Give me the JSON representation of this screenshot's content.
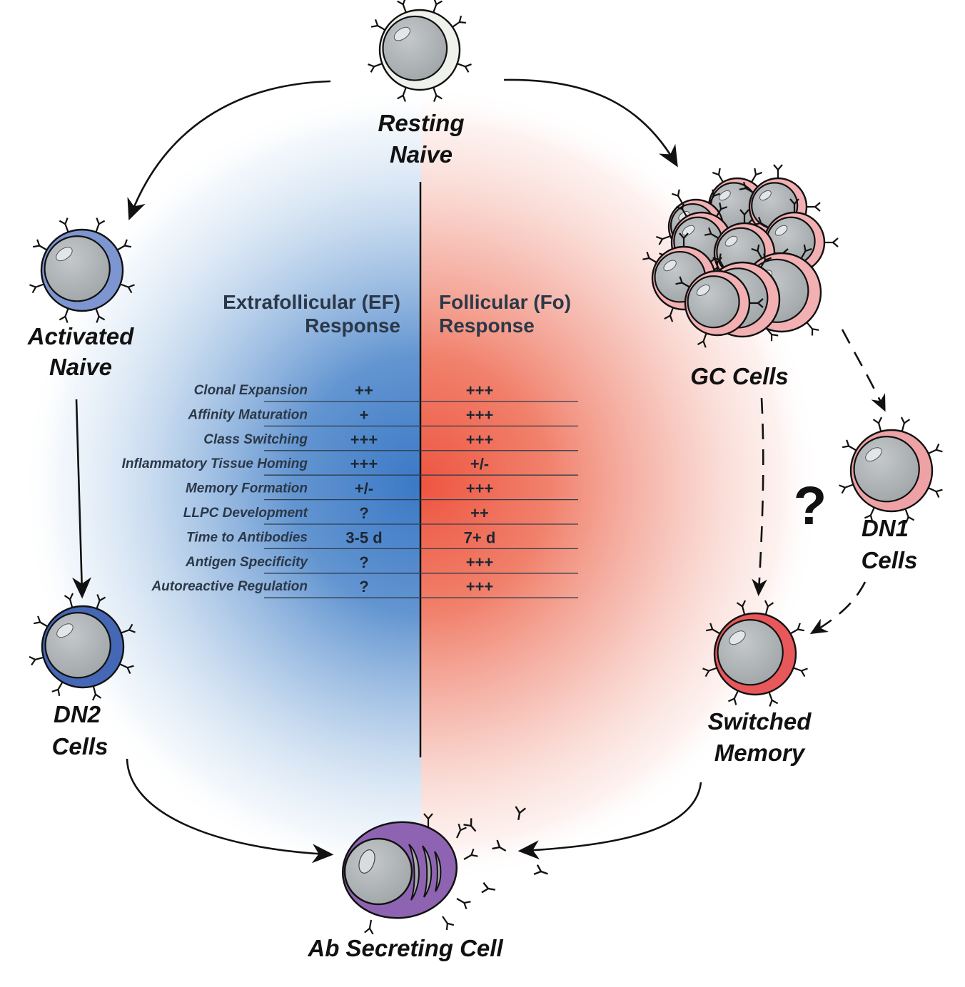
{
  "cells": {
    "resting_naive": [
      "Resting",
      "Naive"
    ],
    "activated_naive": [
      "Activated",
      "Naive"
    ],
    "dn2": [
      "DN2",
      "Cells"
    ],
    "gc": "GC Cells",
    "dn1": [
      "DN1",
      "Cells"
    ],
    "switched_memory": [
      "Switched",
      "Memory"
    ],
    "ab_secreting": "Ab Secreting Cell"
  },
  "ef_title": [
    "Extrafollicular (EF)",
    "Response"
  ],
  "fo_title": [
    "Follicular (Fo)",
    "Response"
  ],
  "uncertain_mark": "?",
  "comparison": [
    {
      "feature": "Clonal Expansion",
      "ef": "++",
      "fo": "+++"
    },
    {
      "feature": "Affinity Maturation",
      "ef": "+",
      "fo": "+++"
    },
    {
      "feature": "Class Switching",
      "ef": "+++",
      "fo": "+++"
    },
    {
      "feature": "Inflammatory Tissue Homing",
      "ef": "+++",
      "fo": "+/-"
    },
    {
      "feature": "Memory Formation",
      "ef": "+/-",
      "fo": "+++"
    },
    {
      "feature": "LLPC Development",
      "ef": "?",
      "fo": "++"
    },
    {
      "feature": "Time to Antibodies",
      "ef": "3-5 d",
      "fo": "7+ d"
    },
    {
      "feature": "Antigen Specificity",
      "ef": "?",
      "fo": "+++"
    },
    {
      "feature": "Autoreactive Regulation",
      "ef": "?",
      "fo": "+++"
    }
  ],
  "colors": {
    "ef_blue": "#3f7cc4",
    "fo_red": "#ef5f48",
    "resting_rim": "#eef2ea",
    "activated_rim": "#7d95d0",
    "dn2_rim": "#4568b6",
    "gc_rim": "#f2b0b2",
    "dn1_rim": "#eea2a6",
    "switched_rim": "#e8575a",
    "asc_body": "#8e64b2",
    "nucleus": "#a6abae"
  }
}
